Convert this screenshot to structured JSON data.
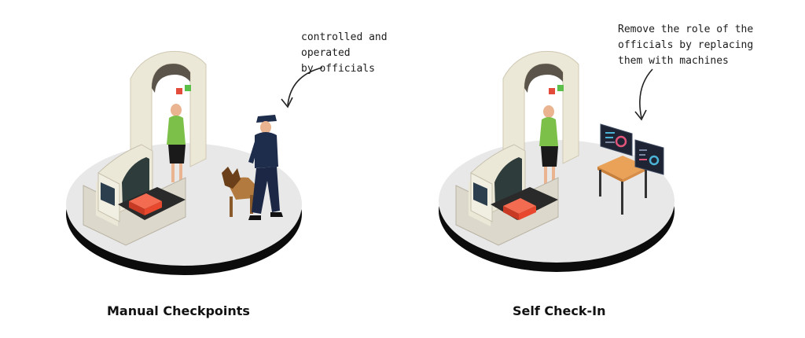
{
  "manual": {
    "annotation": "controlled and operated\nby officials",
    "caption": "Manual Checkpoints"
  },
  "self": {
    "annotation": "Remove the role of the\nofficials by replacing\nthem with machines",
    "caption": "Self Check-In"
  },
  "colors": {
    "platform_top": "#e8e8e8",
    "platform_side": "#0c0c0c",
    "gate": "#ece8d8",
    "suitcase": "#e8492e",
    "uniform": "#1f2d4d",
    "traveler_shirt": "#7cbf49",
    "table": "#eaa259"
  }
}
